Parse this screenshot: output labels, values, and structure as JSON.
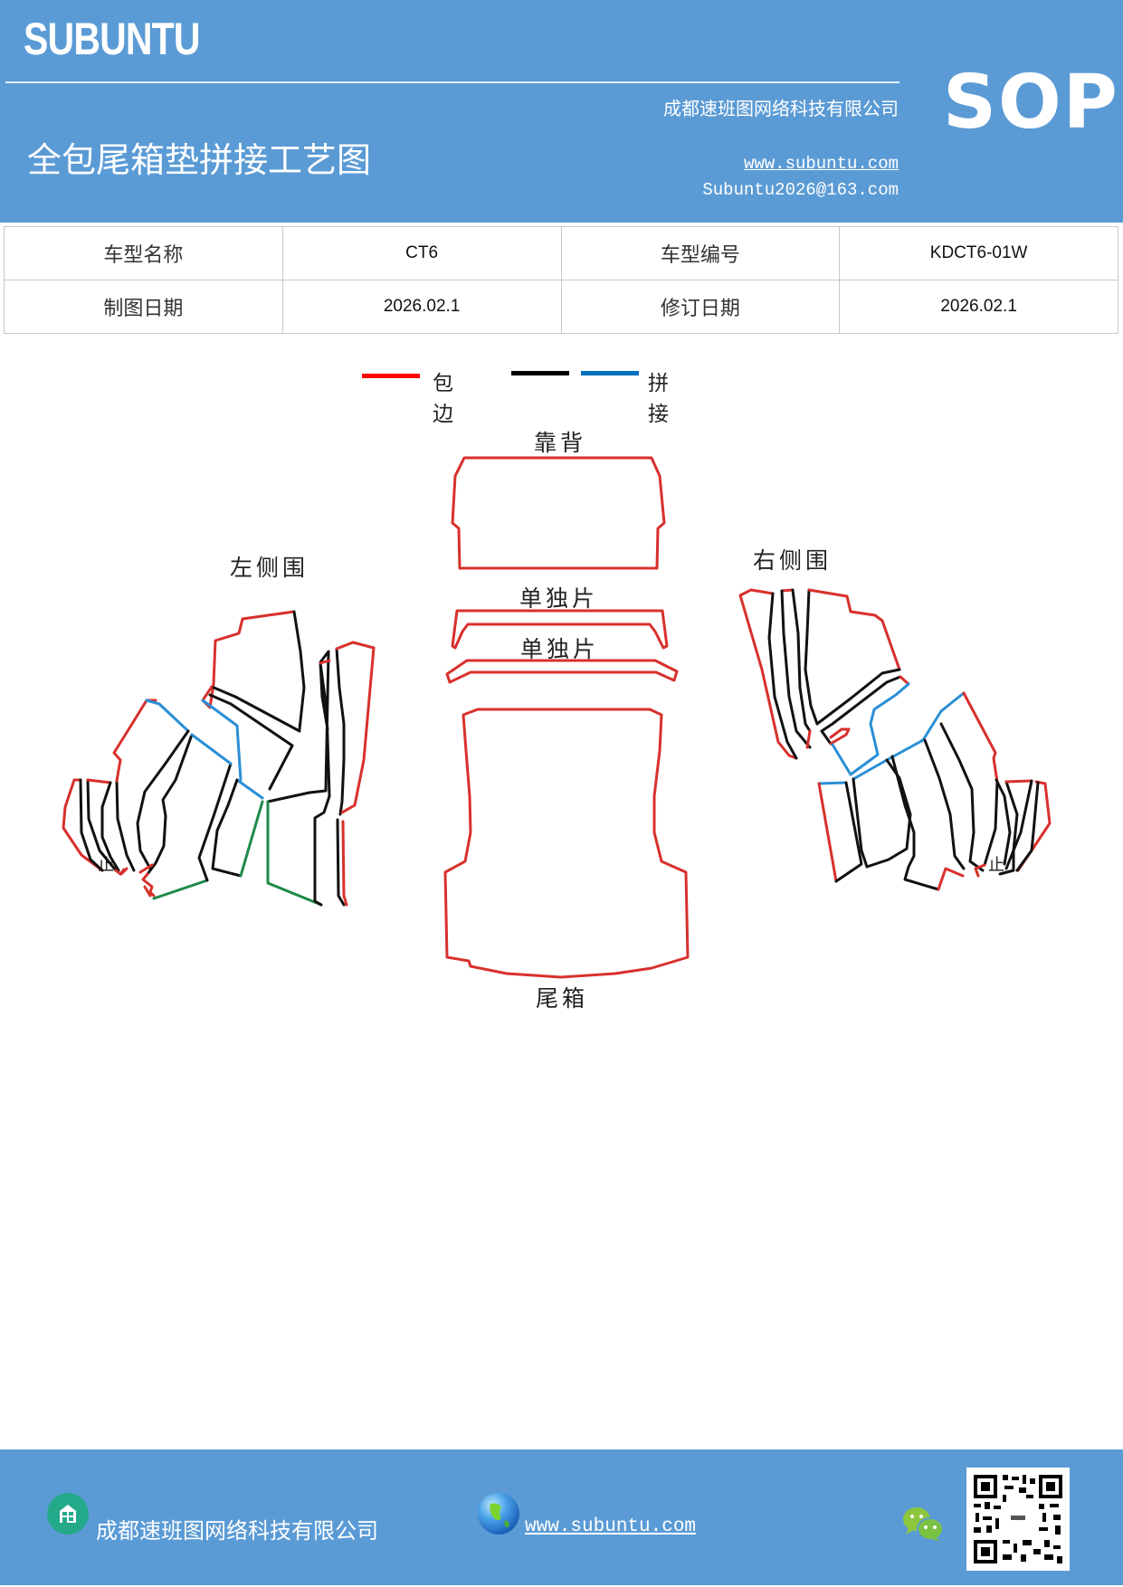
{
  "header": {
    "brand": "SUBUNTU",
    "badge": "SOP",
    "title": "全包尾箱垫拼接工艺图",
    "company": "成都速班图网络科技有限公司",
    "website": "www.subuntu.com",
    "email": "Subuntu2026@163.com",
    "background_color": "#5b9bd5"
  },
  "info_table": {
    "rows": [
      {
        "label1": "车型名称",
        "value1": "CT6",
        "label2": "车型编号",
        "value2": "KDCT6-01W"
      },
      {
        "label1": "制图日期",
        "value1": "2026.02.1",
        "label2": "修订日期",
        "value2": "2026.02.1"
      }
    ]
  },
  "legend": {
    "items": [
      {
        "color": "#ff0000",
        "label": "包边"
      },
      {
        "color": "#000000",
        "label": ""
      },
      {
        "color": "#0070c0",
        "label": "拼接"
      }
    ]
  },
  "diagram": {
    "parts": {
      "backrest": "靠背",
      "single_piece_1": "单独片",
      "single_piece_2": "单独片",
      "trunk": "尾箱",
      "left_side": "左侧围",
      "right_side": "右侧围",
      "stop_mark": "止"
    },
    "colors": {
      "edge_binding": "#d8302c",
      "seam": "#111111",
      "splice": "#2a8fd6",
      "green_edge": "#1e8a4a"
    }
  },
  "footer": {
    "company": "成都速班图网络科技有限公司",
    "website": "www.subuntu.com",
    "icons": [
      "building-icon",
      "globe-icon",
      "wechat-icon",
      "qr-code"
    ]
  }
}
